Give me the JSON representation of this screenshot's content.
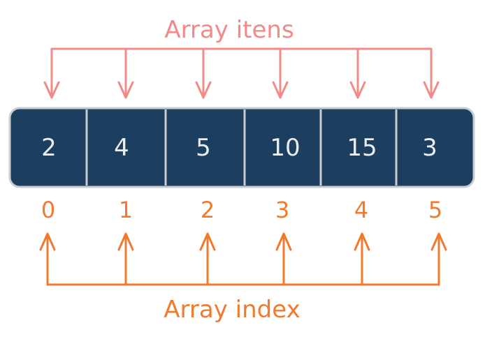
{
  "items_label": "Array itens",
  "index_label": "Array index",
  "items": [
    "2",
    "4",
    "5",
    "10",
    "15",
    "3"
  ],
  "indices": [
    "0",
    "1",
    "2",
    "3",
    "4",
    "5"
  ],
  "colors": {
    "cell_fill": "#1c3f5f",
    "cell_border": "#c9cdd2",
    "items_arrow": "#f28a8a",
    "index_arrow": "#f07a30",
    "cell_text": "#e8eef3"
  }
}
